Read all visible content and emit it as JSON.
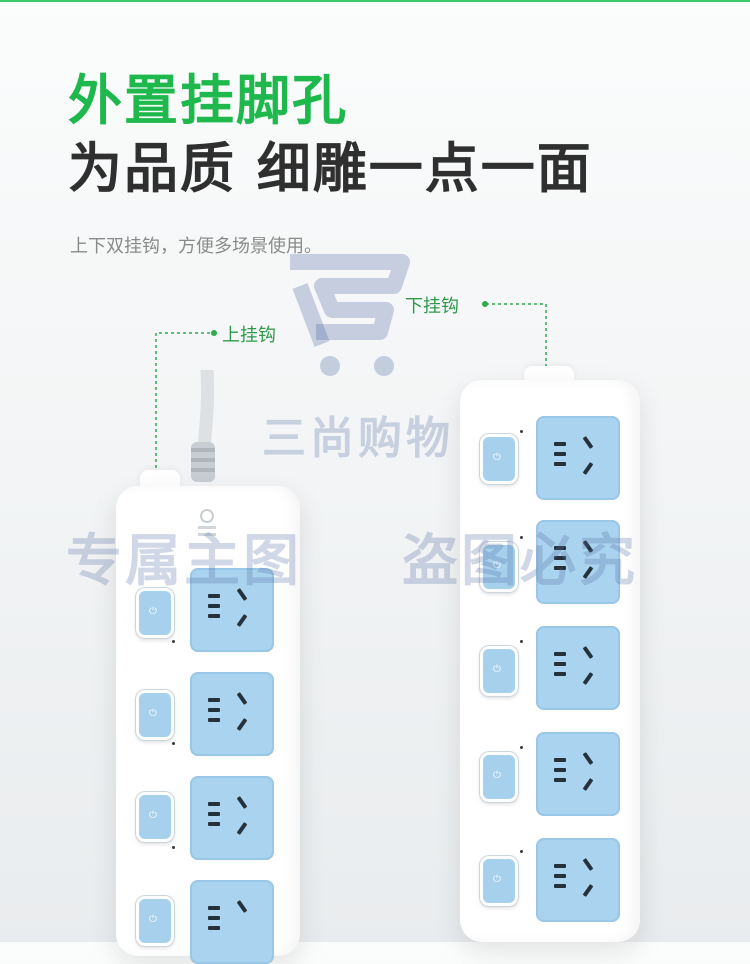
{
  "headline": "外置挂脚孔",
  "subheadline": "为品质 细雕一点一面",
  "description": "上下双挂钩，方便多场景使用。",
  "callouts": {
    "upper_hook": "上挂钩",
    "lower_hook": "下挂钩"
  },
  "watermarks": {
    "brand": "三尚购物",
    "exclusive": "专属主图",
    "anti_theft": "盗图必究"
  },
  "colors": {
    "accent_green": "#1fb84d",
    "socket_blue": "#a9d3ee",
    "text_dark": "#2f2f2f"
  },
  "icons": [
    "cart-logo-watermark",
    "power-icon"
  ]
}
